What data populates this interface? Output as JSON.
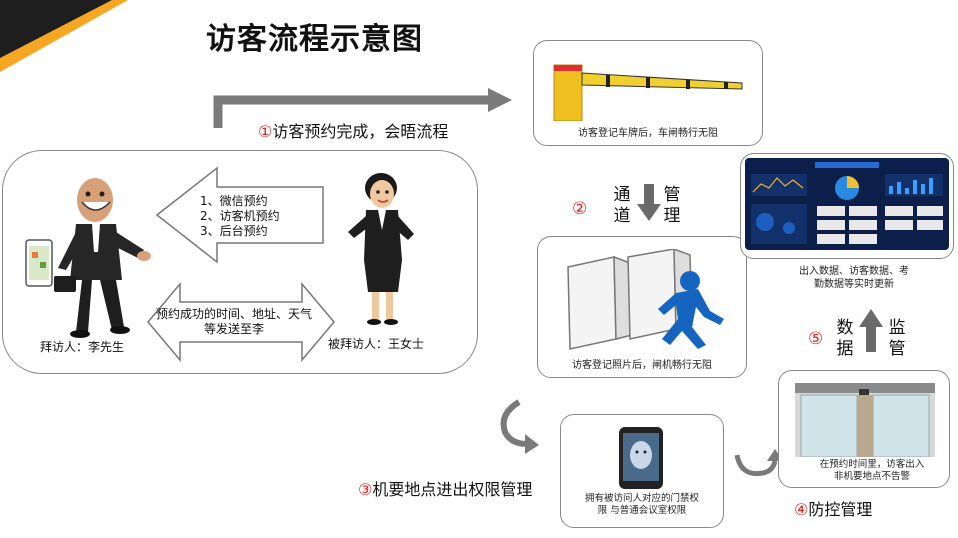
{
  "title": "访客流程示意图",
  "step1": {
    "num": "①",
    "text": "访客预约完成，会晤流程"
  },
  "left_panel": {
    "methods": [
      "1、微信预约",
      "2、访客机预约",
      "3、后台预约"
    ],
    "notice": "预约成功的时间、地址、天气等发送至李",
    "visitor_label": "拜访人：李先生",
    "host_label": "被拜访人：王女士"
  },
  "barrier": {
    "caption": "访客登记车牌后，车闸畅行无阻"
  },
  "step2": {
    "num": "②",
    "left": "通道",
    "right": "管理"
  },
  "turnstile": {
    "caption": "访客登记照片后，闸机畅行无阻"
  },
  "dashboard": {
    "caption": "出入数据、访客数据、考勤数据等实时更新"
  },
  "step5": {
    "num": "⑤",
    "left": "数据",
    "right": "监管"
  },
  "step3": {
    "num": "③",
    "text": "机要地点进出权限管理"
  },
  "device": {
    "caption": "拥有被访问人对应的门禁权限 与普通会议室权限"
  },
  "door": {
    "caption": "在预约时间里，访客出入非机要地点不告警"
  },
  "step4": {
    "num": "④",
    "text": "防控管理"
  },
  "colors": {
    "accent": "#f5a623",
    "arrow": "#7a7a7a",
    "numbers": "#e02020",
    "runner": "#1565c0"
  }
}
